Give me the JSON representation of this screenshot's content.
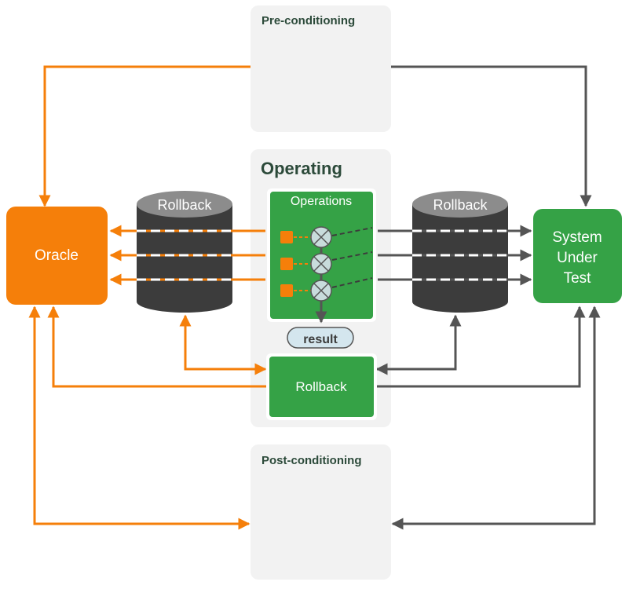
{
  "panels": {
    "pre_conditioning": "Pre-conditioning",
    "operating": "Operating",
    "post_conditioning": "Post-conditioning"
  },
  "nodes": {
    "oracle": "Oracle",
    "sut_line1": "System",
    "sut_line2": "Under",
    "sut_line3": "Test",
    "operations": "Operations",
    "result": "result",
    "rollback_box": "Rollback"
  },
  "databases": {
    "left_label": "Rollback",
    "right_label": "Rollback"
  },
  "colors": {
    "orange": "#F57F0A",
    "green": "#35A246",
    "dark": "#3C3C3C",
    "panel": "#F2F2F2",
    "heading": "#2C4A3A"
  }
}
